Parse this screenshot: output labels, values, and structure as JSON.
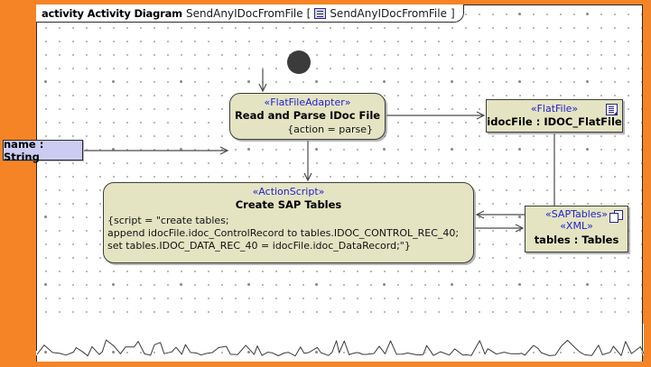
{
  "diagram": {
    "frame_keyword": "activity Activity Diagram",
    "frame_name": "SendAnyIDocFromFile",
    "bracket_open": "[",
    "bracket_close": "]",
    "frame_ref": "SendAnyIDocFromFile",
    "frame_icon": "activity-diagram-icon"
  },
  "parameter": {
    "label": "name : String"
  },
  "nodes": {
    "initial": {
      "name": "initial-node"
    },
    "read_file": {
      "stereotype": "«FlatFileAdapter»",
      "name": "Read and Parse IDoc File",
      "property": "{action = parse}"
    },
    "create_tables": {
      "stereotype": "«ActionScript»",
      "name": "Create SAP Tables",
      "script_line1": "{script = \"create tables;",
      "script_line2": "append idocFile.idoc_ControlRecord to tables.IDOC_CONTROL_REC_40;",
      "script_line3": "set tables.IDOC_DATA_REC_40 = idocFile.idoc_DataRecord;\"}"
    },
    "flat_file": {
      "stereotype": "«FlatFile»",
      "name": "idocFile : IDOC_FlatFile",
      "icon": "document-icon"
    },
    "sap_tables": {
      "stereotype": "«SAPTables»",
      "stereotype2": "«XML»",
      "name": "tables : Tables",
      "icon": "multi-document-icon"
    }
  },
  "colors": {
    "canvas_orange": "#f58426",
    "node_fill": "#e4e4c3",
    "node_border": "#3c3c3c",
    "stereotype_text": "#2222cc",
    "parameter_fill": "#ccccf2",
    "initial_node": "#3b3b3b",
    "frame_bg": "#ffffff"
  }
}
